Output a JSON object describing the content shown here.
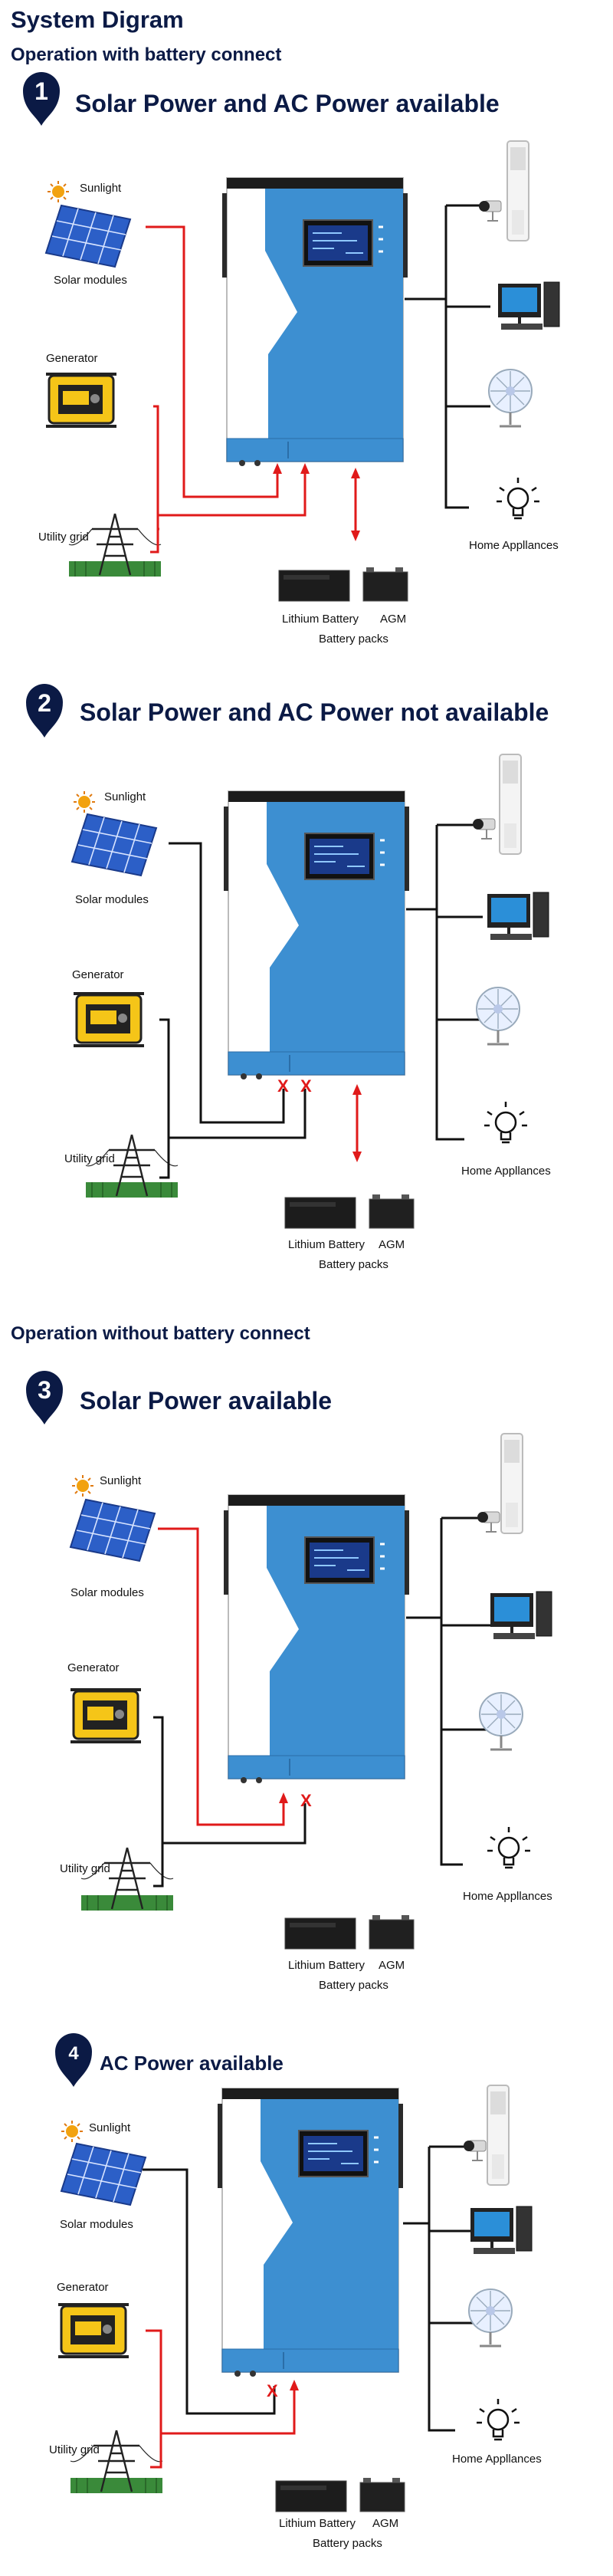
{
  "header": {
    "title": "System Digram",
    "with_battery": "Operation with battery connect",
    "without_battery": "Operation without battery connect"
  },
  "labels": {
    "sunlight": "Sunlight",
    "solar_modules": "Solar modules",
    "generator": "Generator",
    "utility_grid": "Utility grid",
    "home_appliances": "Home Appllances",
    "lithium_battery": "Lithium Battery",
    "agm": "AGM",
    "battery_packs": "Battery packs",
    "x_mark": "X"
  },
  "scenarios": [
    {
      "number": "1",
      "title": "Solar Power and AC Power available"
    },
    {
      "number": "2",
      "title": "Solar Power and AC Power not available"
    },
    {
      "number": "3",
      "title": "Solar Power available"
    },
    {
      "number": "4",
      "title": "AC Power available"
    }
  ],
  "colors": {
    "navy": "#0b1a45",
    "inverter_blue": "#3d8fd1",
    "line_red": "#e01a1a",
    "line_black": "#111111",
    "solar_blue": "#2c5fc7",
    "generator_yellow": "#f5c518"
  }
}
